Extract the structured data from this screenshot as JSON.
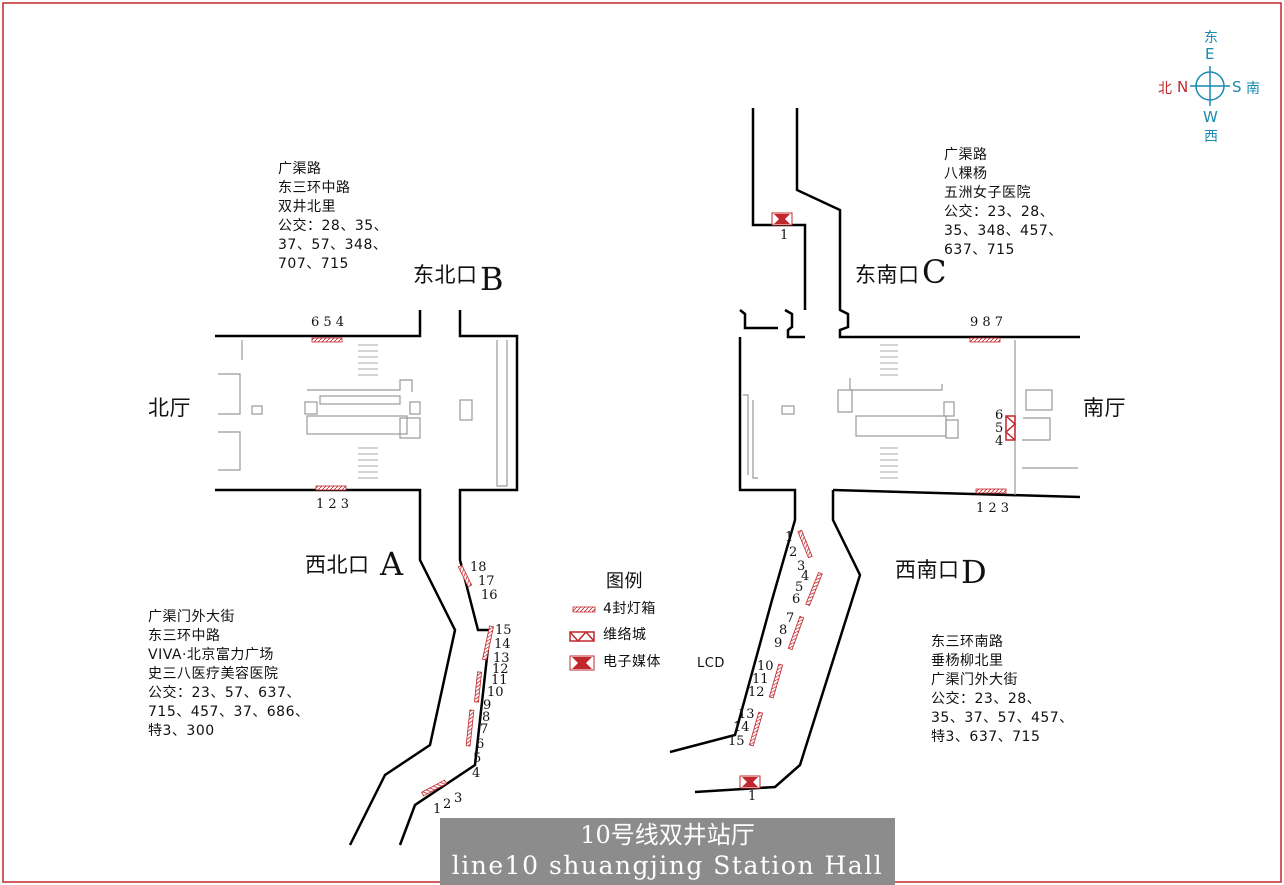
{
  "compass": {
    "e_cn": "东",
    "e": "E",
    "n": "N",
    "n_cn": "北",
    "s": "S",
    "s_cn": "南",
    "w": "W",
    "w_cn": "西",
    "e_color": "#1a8ab0",
    "n_color": "#c0282d"
  },
  "halls": {
    "north": "北厅",
    "south": "南厅"
  },
  "exits": {
    "b": {
      "name": "东北口",
      "letter": "B",
      "info": "广渠路\n东三环中路\n双井北里\n公交：28、35、\n37、57、348、\n707、715"
    },
    "c": {
      "name": "东南口",
      "letter": "C",
      "info": "广渠路\n八棵杨\n五洲女子医院\n公交：23、28、\n35、348、457、\n637、715"
    },
    "a": {
      "name": "西北口",
      "letter": "A",
      "info": "广渠门外大街\n东三环中路\nVIVA·北京富力广场\n史三八医疗美容医院\n公交：23、57、637、\n715、457、37、686、\n特3、300"
    },
    "d": {
      "name": "西南口",
      "letter": "D",
      "info": "东三环南路\n垂杨柳北里\n广渠门外大街\n公交：23、28、\n35、37、57、457、\n特3、637、715"
    }
  },
  "legend": {
    "title": "图例",
    "lightbox": "4封灯箱",
    "weiluo": "维络城",
    "lcd_cn": "电子媒体",
    "lcd": "LCD"
  },
  "labels": {
    "n_top": "6 5 4",
    "n_bot": "1 2 3",
    "s_top": "9 8 7",
    "s_bot": "1 2 3",
    "s_side": [
      "6",
      "5",
      "4"
    ],
    "a_nums": [
      "18",
      "17",
      "16",
      "15",
      "14",
      "13",
      "12",
      "11",
      "10",
      "9",
      "8",
      "7",
      "6",
      "5",
      "4",
      "3",
      "2",
      "1"
    ],
    "d_nums": [
      "1",
      "2",
      "3",
      "4",
      "5",
      "6",
      "7",
      "8",
      "9",
      "10",
      "11",
      "12",
      "13",
      "14",
      "15"
    ],
    "c_lcd": "1",
    "d_lcd": "1"
  },
  "title": {
    "cn": "10号线双井站厅",
    "en": "line10 shuangjing Station Hall"
  },
  "colors": {
    "red": "#c0282d",
    "wall": "#000000",
    "gray": "#8c8c8c",
    "light": "#888888"
  }
}
